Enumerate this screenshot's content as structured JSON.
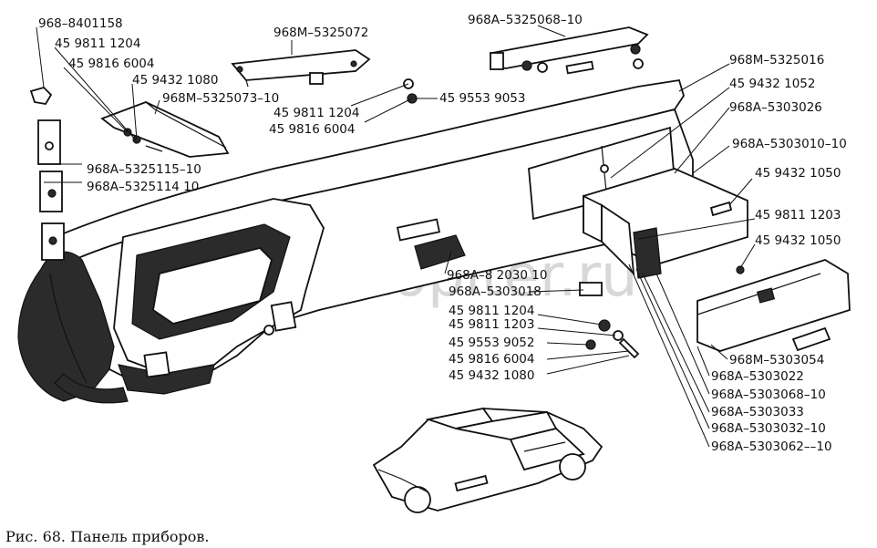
{
  "caption": "Рис. 68. Панель приборов.",
  "watermark": "autopiter.ru",
  "labels": {
    "l01": "968–8401158",
    "l02": "45 9811 1204",
    "l03": "45 9816 6004",
    "l04": "45 9432 1080",
    "l05": "968M–5325073–10",
    "l06": "968M–5325072",
    "l07": "968A–5325068–10",
    "l08": "45 9811 1204",
    "l09": "45 9553 9053",
    "l10": "45 9816 6004",
    "l11": "968A–5325115–10",
    "l12": "968A–5325114 10",
    "l13": "968M–5325016",
    "l14": "45 9432 1052",
    "l15": "968A–5303026",
    "l16": "968A–5303010–10",
    "l17": "45 9432 1050",
    "l18": "45 9811 1203",
    "l19": "45 9432 1050",
    "l20": "968A–8 2030 10",
    "l21": "968A–5303018",
    "l22": "45 9811 1204",
    "l23": "45 9811 1203",
    "l24": "45 9553 9052",
    "l25": "45 9816 6004",
    "l26": "45 9432 1080",
    "l27": "968M–5303054",
    "l28": "968A–5303022",
    "l29": "968A–5303068–10",
    "l30": "968A–5303033",
    "l31": "968A–5303032–10",
    "l32": "968A–5303062––10"
  }
}
